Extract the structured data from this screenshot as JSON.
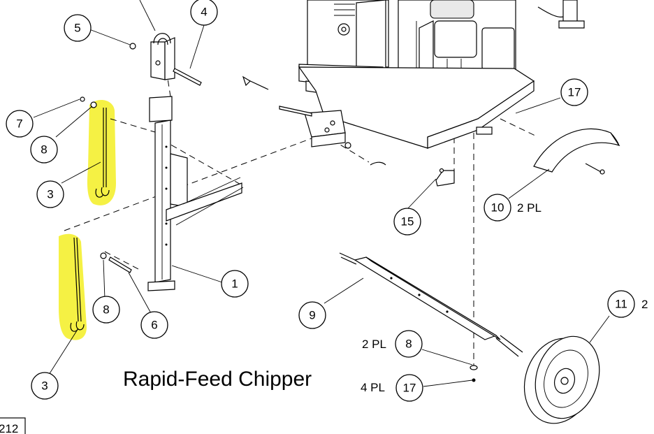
{
  "title": "Rapid-Feed Chipper",
  "corner_label": "212",
  "callouts": [
    {
      "id": "c-4",
      "label": "4"
    },
    {
      "id": "c-5",
      "label": "5"
    },
    {
      "id": "c-7",
      "label": "7"
    },
    {
      "id": "c-8a",
      "label": "8"
    },
    {
      "id": "c-3a",
      "label": "3"
    },
    {
      "id": "c-8b",
      "label": "8"
    },
    {
      "id": "c-6",
      "label": "6"
    },
    {
      "id": "c-3b",
      "label": "3"
    },
    {
      "id": "c-1",
      "label": "1"
    },
    {
      "id": "c-15",
      "label": "15"
    },
    {
      "id": "c-17a",
      "label": "17"
    },
    {
      "id": "c-10",
      "label": "10"
    },
    {
      "id": "c-9",
      "label": "9"
    },
    {
      "id": "c-8c",
      "label": "8"
    },
    {
      "id": "c-17b",
      "label": "17"
    },
    {
      "id": "c-11",
      "label": "11"
    }
  ],
  "qty_labels": {
    "fender": "2 PL",
    "washer": "2 PL",
    "nut": "4 PL",
    "wheel": "2"
  },
  "colors": {
    "highlight": "#f4f03a",
    "ink": "#000000"
  }
}
